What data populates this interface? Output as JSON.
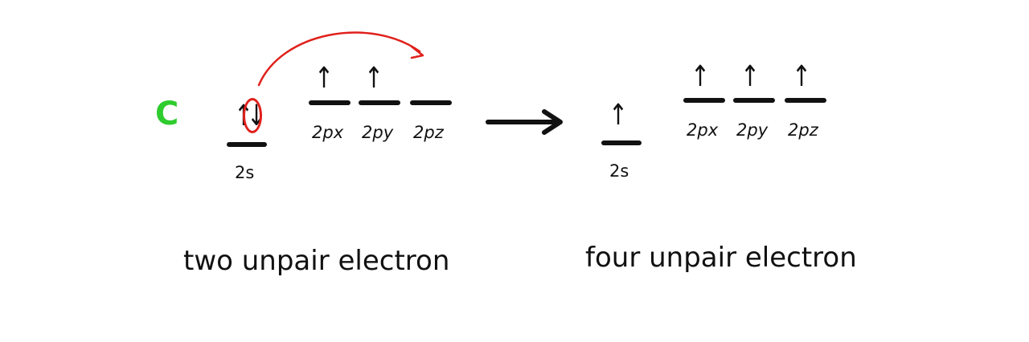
{
  "diagram": {
    "element_symbol": "C",
    "colors": {
      "element_symbol": "#2ecc2e",
      "promotion_arrow": "#e0201b",
      "highlight_ring": "#e0201b",
      "ink": "#111111"
    },
    "ground_state": {
      "orbitals": [
        {
          "label": "2s",
          "electrons": [
            "↑",
            "↓"
          ]
        },
        {
          "label": "2px",
          "electrons": [
            "↑"
          ]
        },
        {
          "label": "2py",
          "electrons": [
            "↑"
          ]
        },
        {
          "label": "2pz",
          "electrons": []
        }
      ],
      "caption": "two  unpair electron"
    },
    "transition_icon": "right-arrow-icon",
    "promotion_icon": "curved-arrow-icon",
    "excited_state": {
      "orbitals": [
        {
          "label": "2s",
          "electrons": [
            "↑"
          ]
        },
        {
          "label": "2px",
          "electrons": [
            "↑"
          ]
        },
        {
          "label": "2py",
          "electrons": [
            "↑"
          ]
        },
        {
          "label": "2pz",
          "electrons": [
            "↑"
          ]
        }
      ],
      "caption": "four  unpair  electron"
    }
  }
}
